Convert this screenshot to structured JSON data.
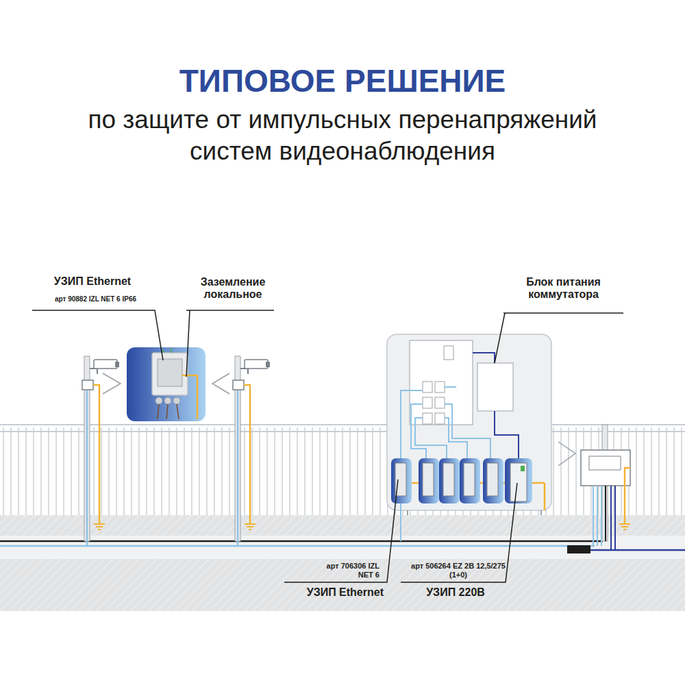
{
  "diagram": {
    "title": "ТИПОВОЕ РЕШЕНИЕ",
    "labels": [
      "по защите от импульсных перенапряжений систем видеонаблюдения",
      "УЗИП Ethernet",
      "арт 90882 IZL NET 6 IP66",
      "Заземление локальное",
      "Блок питания коммутатора",
      "арт 706306 IZL NET 6",
      "УЗИП Ethernet",
      "арт 506264 EZ 2В 12,5/275 (1+0)",
      "УЗИП 220В"
    ]
  }
}
